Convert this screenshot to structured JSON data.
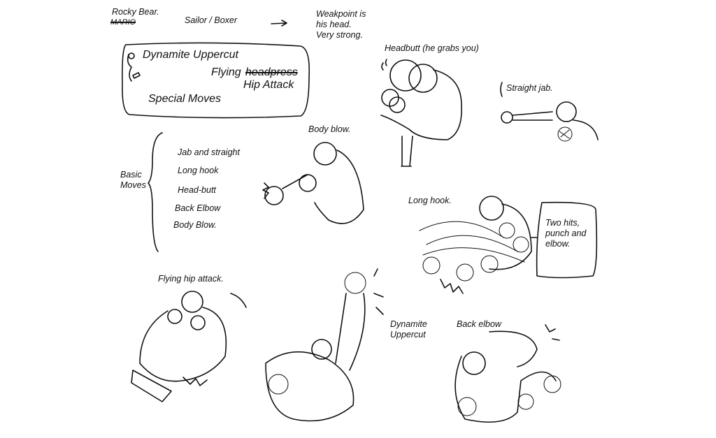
{
  "header": {
    "character_name": "Rocky Bear.",
    "crossed_out_name": "MARIO",
    "role": "Sailor / Boxer",
    "weakpoint_lines": [
      "Weakpoint is",
      "his head.",
      "Very strong."
    ]
  },
  "special_moves": {
    "items": [
      "Dynamite Uppercut",
      "Flying",
      "headpress",
      "Hip Attack"
    ],
    "title": "Special Moves"
  },
  "basic_moves": {
    "title_lines": [
      "Basic",
      "Moves"
    ],
    "items": [
      "Jab and straight",
      "Long hook",
      "Head-butt",
      "Back Elbow",
      "Body Blow."
    ]
  },
  "sketch_labels": {
    "headbutt": "Headbutt (he grabs you)",
    "straight_jab": "Straight jab.",
    "body_blow": "Body blow.",
    "long_hook": "Long hook.",
    "long_hook_note": [
      "Two hits,",
      "punch and",
      "elbow."
    ],
    "flying_hip_attack": "Flying hip attack.",
    "dynamite_uppercut": [
      "Dynamite",
      "Uppercut"
    ],
    "back_elbow": "Back elbow"
  }
}
